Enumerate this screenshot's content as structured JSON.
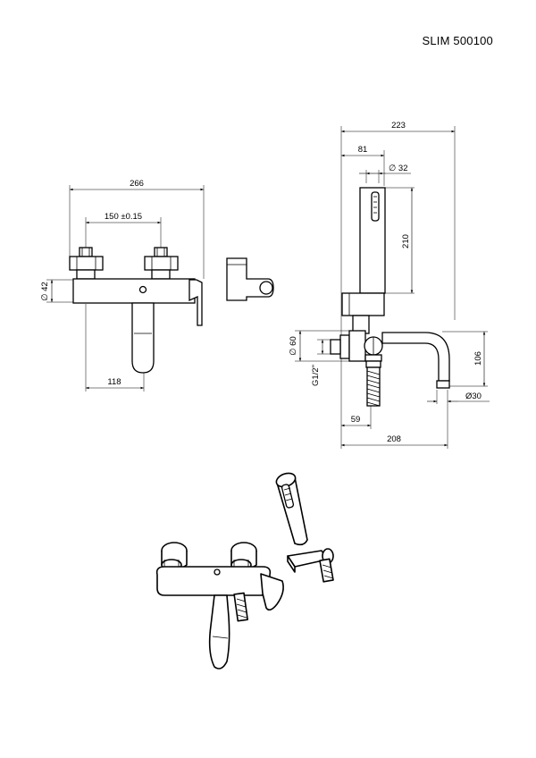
{
  "title": "SLIM 500100",
  "front_view": {
    "width": "266",
    "spacing": "150 ±0.15",
    "diameter": "∅ 42",
    "spout_offset": "118"
  },
  "side_view": {
    "depth": "223",
    "shower_offset": "81",
    "handle_diameter": "∅ 32",
    "handle_length": "210",
    "connection_diameter": "∅ 60",
    "thread": "G1/2\"",
    "spout_height": "106",
    "spout_diameter": "Ø30",
    "wall_offset": "59",
    "spout_reach": "208"
  }
}
